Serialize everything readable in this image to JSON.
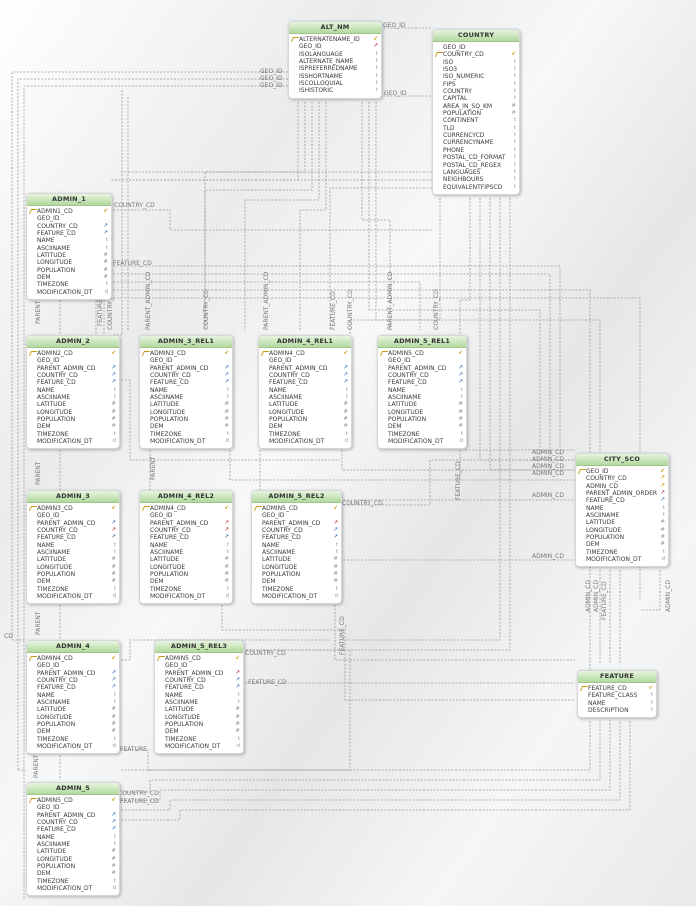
{
  "colors": {
    "header": "#b3d99f",
    "line": "#9a9a9a",
    "key": "#c79a12",
    "fk": "#4f83c4"
  },
  "icons": {
    "primary_key": "key-icon",
    "foreign_key": "arrow-icon",
    "relation_end": "crowfoot-icon"
  },
  "entities": {
    "alt_nm": {
      "title": "ALT_NM",
      "fields": [
        {
          "name": "ALTERNATENAME_ID",
          "type": "",
          "pk": true
        },
        {
          "name": "GEO_ID",
          "type": "",
          "fk": "r"
        },
        {
          "name": "ISOLANGUAGE",
          "type": "t"
        },
        {
          "name": "ALTERNATE_NAME",
          "type": "t"
        },
        {
          "name": "ISPREFERREDNAME",
          "type": "t"
        },
        {
          "name": "ISSHORTNAME",
          "type": "t"
        },
        {
          "name": "ISCOLLOQUIAL",
          "type": "t"
        },
        {
          "name": "ISHISTORIC",
          "type": "t"
        }
      ]
    },
    "country": {
      "title": "COUNTRY",
      "fields": [
        {
          "name": "GEO_ID",
          "type": ""
        },
        {
          "name": "COUNTRY_CD",
          "type": "",
          "pk": true
        },
        {
          "name": "ISO",
          "type": "t"
        },
        {
          "name": "ISO3",
          "type": "t"
        },
        {
          "name": "ISO_NUMERIC",
          "type": "t"
        },
        {
          "name": "FIPS",
          "type": "t"
        },
        {
          "name": "COUNTRY",
          "type": "t"
        },
        {
          "name": "CAPITAL",
          "type": "t"
        },
        {
          "name": "AREA_IN_SQ_KM",
          "type": "#"
        },
        {
          "name": "POPULATION",
          "type": "#"
        },
        {
          "name": "CONTINENT",
          "type": "t"
        },
        {
          "name": "TLD",
          "type": "t"
        },
        {
          "name": "CURRENCYCD",
          "type": "t"
        },
        {
          "name": "CURRENCYNAME",
          "type": "t"
        },
        {
          "name": "PHONE",
          "type": "t"
        },
        {
          "name": "POSTAL_CD_FORMAT",
          "type": "t"
        },
        {
          "name": "POSTAL_CD_REGEX",
          "type": "t"
        },
        {
          "name": "LANGUAGES",
          "type": "t"
        },
        {
          "name": "NEIGHBOURS",
          "type": "t"
        },
        {
          "name": "EQUIVALENTFIPSCD",
          "type": "t"
        }
      ]
    },
    "admin_1": {
      "title": "ADMIN_1",
      "fields": [
        {
          "name": "ADMIN1_CD",
          "type": "",
          "pk": true
        },
        {
          "name": "GEO_ID",
          "type": ""
        },
        {
          "name": "COUNTRY_CD",
          "type": "",
          "fk": "b"
        },
        {
          "name": "FEATURE_CD",
          "type": "",
          "fk": "b"
        },
        {
          "name": "NAME",
          "type": "t"
        },
        {
          "name": "ASCIINAME",
          "type": "t"
        },
        {
          "name": "LATITUDE",
          "type": "#"
        },
        {
          "name": "LONGITUDE",
          "type": "#"
        },
        {
          "name": "POPULATION",
          "type": "#"
        },
        {
          "name": "DEM",
          "type": "#"
        },
        {
          "name": "TIMEZONE",
          "type": "t"
        },
        {
          "name": "MODIFICATION_DT",
          "type": "d"
        }
      ]
    },
    "admin_2": {
      "title": "ADMIN_2",
      "fields": [
        {
          "name": "ADMIN2_CD",
          "type": "",
          "pk": true
        },
        {
          "name": "GEO_ID",
          "type": ""
        },
        {
          "name": "PARENT_ADMIN_CD",
          "type": "",
          "fk": "b"
        },
        {
          "name": "COUNTRY_CD",
          "type": "",
          "fk": "b"
        },
        {
          "name": "FEATURE_CD",
          "type": "",
          "fk": "b"
        },
        {
          "name": "NAME",
          "type": "t"
        },
        {
          "name": "ASCIINAME",
          "type": "t"
        },
        {
          "name": "LATITUDE",
          "type": "#"
        },
        {
          "name": "LONGITUDE",
          "type": "#"
        },
        {
          "name": "POPULATION",
          "type": "#"
        },
        {
          "name": "DEM",
          "type": "#"
        },
        {
          "name": "TIMEZONE",
          "type": "t"
        },
        {
          "name": "MODIFICATION_DT",
          "type": "d"
        }
      ]
    },
    "admin_3_rel1": {
      "title": "ADMIN_3_REL1",
      "fields": [
        {
          "name": "ADMIN3_CD",
          "type": "",
          "pk": true
        },
        {
          "name": "GEO_ID",
          "type": ""
        },
        {
          "name": "PARENT_ADMIN_CD",
          "type": "",
          "fk": "b"
        },
        {
          "name": "COUNTRY_CD",
          "type": "",
          "fk": "b"
        },
        {
          "name": "FEATURE_CD",
          "type": "",
          "fk": "b"
        },
        {
          "name": "NAME",
          "type": "t"
        },
        {
          "name": "ASCIINAME",
          "type": "t"
        },
        {
          "name": "LATITUDE",
          "type": "#"
        },
        {
          "name": "LONGITUDE",
          "type": "#"
        },
        {
          "name": "POPULATION",
          "type": "#"
        },
        {
          "name": "DEM",
          "type": "#"
        },
        {
          "name": "TIMEZONE",
          "type": "t"
        },
        {
          "name": "MODIFICATION_DT",
          "type": "d"
        }
      ]
    },
    "admin_4_rel1": {
      "title": "ADMIN_4_REL1",
      "fields": [
        {
          "name": "ADMIN4_CD",
          "type": "",
          "pk": true
        },
        {
          "name": "GEO_ID",
          "type": ""
        },
        {
          "name": "PARENT_ADMIN_CD",
          "type": "",
          "fk": "b"
        },
        {
          "name": "COUNTRY_CD",
          "type": "",
          "fk": "b"
        },
        {
          "name": "FEATURE_CD",
          "type": "",
          "fk": "b"
        },
        {
          "name": "NAME",
          "type": "t"
        },
        {
          "name": "ASCIINAME",
          "type": "t"
        },
        {
          "name": "LATITUDE",
          "type": "#"
        },
        {
          "name": "LONGITUDE",
          "type": "#"
        },
        {
          "name": "POPULATION",
          "type": "#"
        },
        {
          "name": "DEM",
          "type": "#"
        },
        {
          "name": "TIMEZONE",
          "type": "t"
        },
        {
          "name": "MODIFICATION_DT",
          "type": "d"
        }
      ]
    },
    "admin_5_rel1": {
      "title": "ADMIN_5_REL1",
      "fields": [
        {
          "name": "ADMIN5_CD",
          "type": "",
          "pk": true
        },
        {
          "name": "GEO_ID",
          "type": ""
        },
        {
          "name": "PARENT_ADMIN_CD",
          "type": "",
          "fk": "b"
        },
        {
          "name": "COUNTRY_CD",
          "type": "",
          "fk": "b"
        },
        {
          "name": "FEATURE_CD",
          "type": "",
          "fk": "b"
        },
        {
          "name": "NAME",
          "type": "t"
        },
        {
          "name": "ASCIINAME",
          "type": "t"
        },
        {
          "name": "LATITUDE",
          "type": "#"
        },
        {
          "name": "LONGITUDE",
          "type": "#"
        },
        {
          "name": "POPULATION",
          "type": "#"
        },
        {
          "name": "DEM",
          "type": "#"
        },
        {
          "name": "TIMEZONE",
          "type": "t"
        },
        {
          "name": "MODIFICATION_DT",
          "type": "d"
        }
      ]
    },
    "admin_3": {
      "title": "ADMIN_3",
      "fields": [
        {
          "name": "ADMIN3_CD",
          "type": "",
          "pk": true
        },
        {
          "name": "GEO_ID",
          "type": ""
        },
        {
          "name": "PARENT_ADMIN_CD",
          "type": "",
          "fk": "b"
        },
        {
          "name": "COUNTRY_CD",
          "type": "",
          "fk": "r"
        },
        {
          "name": "FEATURE_CD",
          "type": "",
          "fk": "b"
        },
        {
          "name": "NAME",
          "type": "t"
        },
        {
          "name": "ASCIINAME",
          "type": "t"
        },
        {
          "name": "LATITUDE",
          "type": "#"
        },
        {
          "name": "LONGITUDE",
          "type": "#"
        },
        {
          "name": "POPULATION",
          "type": "#"
        },
        {
          "name": "DEM",
          "type": "#"
        },
        {
          "name": "TIMEZONE",
          "type": "t"
        },
        {
          "name": "MODIFICATION_DT",
          "type": "d"
        }
      ]
    },
    "admin_4_rel2": {
      "title": "ADMIN_4_REL2",
      "fields": [
        {
          "name": "ADMIN4_CD",
          "type": "",
          "pk": true
        },
        {
          "name": "GEO_ID",
          "type": ""
        },
        {
          "name": "PARENT_ADMIN_CD",
          "type": "",
          "fk": "r"
        },
        {
          "name": "COUNTRY_CD",
          "type": "",
          "fk": "r"
        },
        {
          "name": "FEATURE_CD",
          "type": "",
          "fk": "b"
        },
        {
          "name": "NAME",
          "type": "t"
        },
        {
          "name": "ASCIINAME",
          "type": "t"
        },
        {
          "name": "LATITUDE",
          "type": "#"
        },
        {
          "name": "LONGITUDE",
          "type": "#"
        },
        {
          "name": "POPULATION",
          "type": "#"
        },
        {
          "name": "DEM",
          "type": "#"
        },
        {
          "name": "TIMEZONE",
          "type": "t"
        },
        {
          "name": "MODIFICATION_DT",
          "type": "d"
        }
      ]
    },
    "admin_5_rel2": {
      "title": "ADMIN_5_REL2",
      "fields": [
        {
          "name": "ADMIN5_CD",
          "type": "",
          "pk": true
        },
        {
          "name": "GEO_ID",
          "type": ""
        },
        {
          "name": "PARENT_ADMIN_CD",
          "type": "",
          "fk": "r"
        },
        {
          "name": "COUNTRY_CD",
          "type": "",
          "fk": "b"
        },
        {
          "name": "FEATURE_CD",
          "type": "",
          "fk": "b"
        },
        {
          "name": "NAME",
          "type": "t"
        },
        {
          "name": "ASCIINAME",
          "type": "t"
        },
        {
          "name": "LATITUDE",
          "type": "#"
        },
        {
          "name": "LONGITUDE",
          "type": "#"
        },
        {
          "name": "POPULATION",
          "type": "#"
        },
        {
          "name": "DEM",
          "type": "#"
        },
        {
          "name": "TIMEZONE",
          "type": "t"
        },
        {
          "name": "MODIFICATION_DT",
          "type": "d"
        }
      ]
    },
    "admin_4": {
      "title": "ADMIN_4",
      "fields": [
        {
          "name": "ADMIN4_CD",
          "type": "",
          "pk": true
        },
        {
          "name": "GEO_ID",
          "type": ""
        },
        {
          "name": "PARENT_ADMIN_CD",
          "type": "",
          "fk": "b"
        },
        {
          "name": "COUNTRY_CD",
          "type": "",
          "fk": "b"
        },
        {
          "name": "FEATURE_CD",
          "type": "",
          "fk": "b"
        },
        {
          "name": "NAME",
          "type": "t"
        },
        {
          "name": "ASCIINAME",
          "type": "t"
        },
        {
          "name": "LATITUDE",
          "type": "#"
        },
        {
          "name": "LONGITUDE",
          "type": "#"
        },
        {
          "name": "POPULATION",
          "type": "#"
        },
        {
          "name": "DEM",
          "type": "#"
        },
        {
          "name": "TIMEZONE",
          "type": "t"
        },
        {
          "name": "MODIFICATION_DT",
          "type": "d"
        }
      ]
    },
    "admin_5_rel3": {
      "title": "ADMIN_5_REL3",
      "fields": [
        {
          "name": "ADMIN5_CD",
          "type": "",
          "pk": true
        },
        {
          "name": "GEO_ID",
          "type": ""
        },
        {
          "name": "PARENT_ADMIN_CD",
          "type": "",
          "fk": "r"
        },
        {
          "name": "COUNTRY_CD",
          "type": "",
          "fk": "b"
        },
        {
          "name": "FEATURE_CD",
          "type": "",
          "fk": "b"
        },
        {
          "name": "NAME",
          "type": "t"
        },
        {
          "name": "ASCIINAME",
          "type": "t"
        },
        {
          "name": "LATITUDE",
          "type": "#"
        },
        {
          "name": "LONGITUDE",
          "type": "#"
        },
        {
          "name": "POPULATION",
          "type": "#"
        },
        {
          "name": "DEM",
          "type": "#"
        },
        {
          "name": "TIMEZONE",
          "type": "t"
        },
        {
          "name": "MODIFICATION_DT",
          "type": "d"
        }
      ]
    },
    "admin_5": {
      "title": "ADMIN_5",
      "fields": [
        {
          "name": "ADMIN5_CD",
          "type": "",
          "pk": true
        },
        {
          "name": "GEO_ID",
          "type": ""
        },
        {
          "name": "PARENT_ADMIN_CD",
          "type": "",
          "fk": "b"
        },
        {
          "name": "COUNTRY_CD",
          "type": "",
          "fk": "b"
        },
        {
          "name": "FEATURE_CD",
          "type": "",
          "fk": "b"
        },
        {
          "name": "NAME",
          "type": "t"
        },
        {
          "name": "ASCIINAME",
          "type": "t"
        },
        {
          "name": "LATITUDE",
          "type": "#"
        },
        {
          "name": "LONGITUDE",
          "type": "#"
        },
        {
          "name": "POPULATION",
          "type": "#"
        },
        {
          "name": "DEM",
          "type": "#"
        },
        {
          "name": "TIMEZONE",
          "type": "t"
        },
        {
          "name": "MODIFICATION_DT",
          "type": "d"
        }
      ]
    },
    "city_sco": {
      "title": "CITY_SCO",
      "fields": [
        {
          "name": "GEO_ID",
          "type": "",
          "pk": true
        },
        {
          "name": "COUNTRY_CD",
          "type": "",
          "fk": "g"
        },
        {
          "name": "ADMIN_CD",
          "type": "",
          "fk": "g"
        },
        {
          "name": "PARENT_ADMIN_ORDER",
          "type": "",
          "fk": "r"
        },
        {
          "name": "FEATURE_CD",
          "type": "",
          "fk": "b"
        },
        {
          "name": "NAME",
          "type": "t"
        },
        {
          "name": "ASCIINAME",
          "type": "t"
        },
        {
          "name": "LATITUDE",
          "type": "#"
        },
        {
          "name": "LONGITUDE",
          "type": "#"
        },
        {
          "name": "POPULATION",
          "type": "#"
        },
        {
          "name": "DEM",
          "type": "#"
        },
        {
          "name": "TIMEZONE",
          "type": "t"
        },
        {
          "name": "MODIFICATION_DT",
          "type": "d"
        }
      ]
    },
    "feature": {
      "title": "FEATURE",
      "fields": [
        {
          "name": "FEATURE_CD",
          "type": "",
          "pk": true
        },
        {
          "name": "FEATURE_CLASS",
          "type": "t"
        },
        {
          "name": "NAME",
          "type": "t"
        },
        {
          "name": "DESCRIPTION",
          "type": "t"
        }
      ]
    }
  },
  "labels": {
    "geo_id": "GEO_ID",
    "country_cd": "COUNTRY_CD",
    "feature_cd": "FEATURE_CD",
    "parent": "PARENT",
    "parent_admin_cd": "PARENT_ADMIN_CD",
    "admin_cd": "ADMIN_CD",
    "feature": "FEATURE",
    "cd": "CD"
  }
}
